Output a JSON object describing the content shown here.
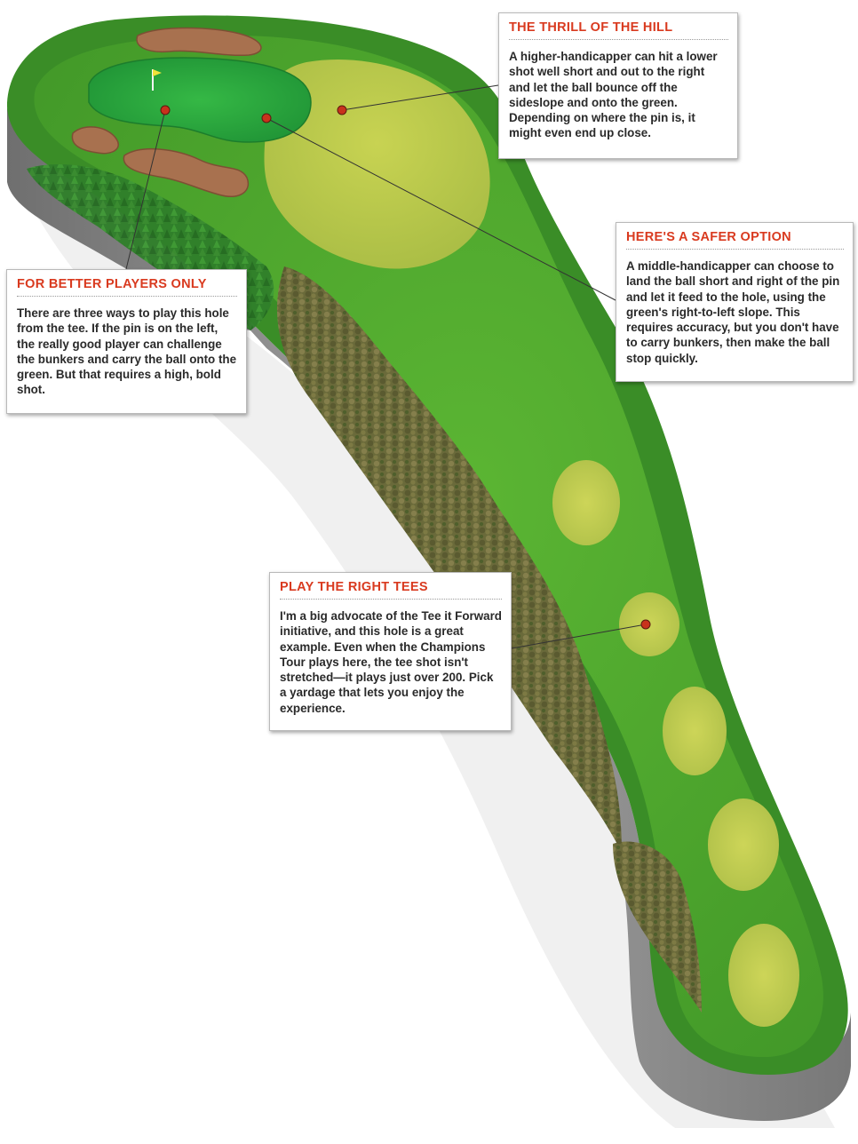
{
  "colors": {
    "heading": "#d93a1f",
    "marker": "#c8321c",
    "fairway": "#4aa52c",
    "rough": "#3a8a26",
    "green": "#2aa43a",
    "hill": "#b9c74a",
    "bunker": "#a8714f",
    "trees": "#6e6a3e",
    "base": "#8f8f8f"
  },
  "callouts": {
    "thrill": {
      "title": "THE THRILL OF THE HILL",
      "body": "A higher-handicapper can hit a lower shot well short and out to the right and let the ball bounce off the sideslope and onto the green. Depending on where the pin is, it might even end up close."
    },
    "safer": {
      "title": "HERE'S A SAFER OPTION",
      "body": "A middle-handicapper can choose to land the ball short and right of the pin and let it feed to the hole, using the green's right-to-left slope. This requires accuracy, but you don't have to carry bunkers, then make the ball stop quickly."
    },
    "better": {
      "title": "FOR BETTER PLAYERS ONLY",
      "body": "There are three ways to play this hole from the tee. If the pin is on the left, the really good player can challenge the bunkers and carry the ball onto the green. But that requires a high, bold shot."
    },
    "tees": {
      "title": "PLAY THE RIGHT TEES",
      "body": "I'm a big advocate of the Tee it Forward initiative, and this hole is a great example. Even when the Champions Tour plays here, the tee shot isn't stretched—it plays just over 200. Pick a yardage that lets you enjoy the experience."
    }
  }
}
